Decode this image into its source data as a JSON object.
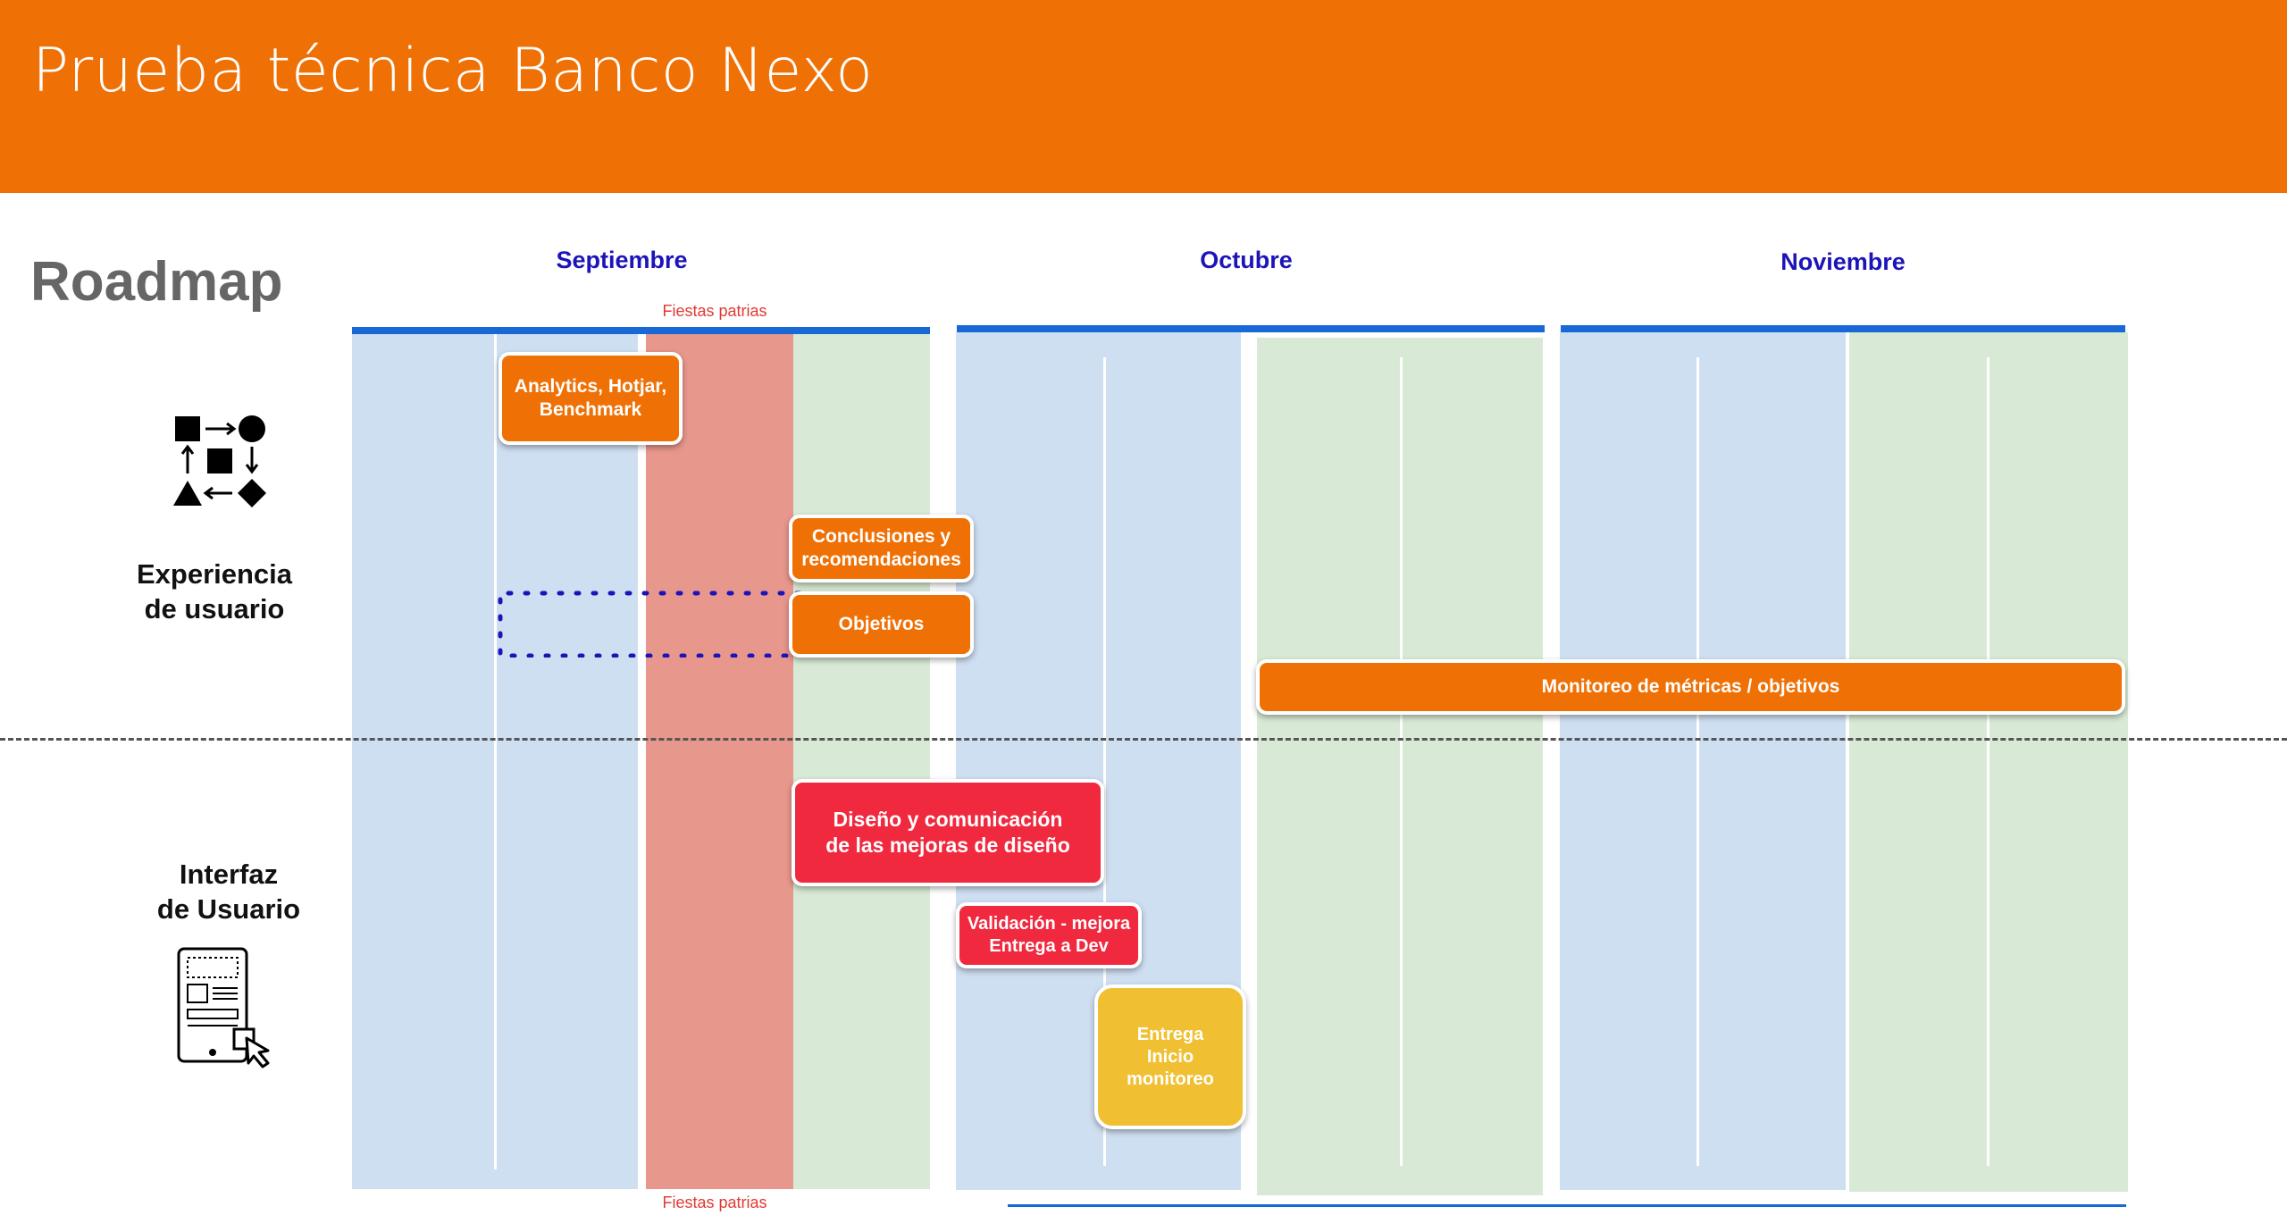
{
  "header": {
    "title": "Prueba técnica Banco Nexo",
    "background": "#ef7106"
  },
  "roadmap": {
    "title": "Roadmap"
  },
  "months": [
    {
      "label": "Septiembre"
    },
    {
      "label": "Octubre"
    },
    {
      "label": "Noviembre"
    }
  ],
  "holiday": {
    "top_label": "Fiestas patrias",
    "bottom_label": "Fiestas patrias"
  },
  "sections": {
    "ux": {
      "label": "Experiencia\nde usuario",
      "icon": "process-flow-icon"
    },
    "ui": {
      "label": "Interfaz\nde Usuario",
      "icon": "mobile-wireframe-click-icon"
    }
  },
  "tasks": {
    "analytics": "Analytics, Hotjar,\nBenchmark",
    "conclusiones": "Conclusiones y\nrecomendaciones",
    "objetivos": "Objetivos",
    "monitoreo": "Monitoreo de métricas / objetivos",
    "diseno": "Diseño y comunicación\nde las mejoras de diseño",
    "validacion": "Validación - mejora\nEntrega a Dev",
    "entrega": "Entrega\nInicio\nmonitoreo"
  },
  "colors": {
    "month_text": "#1c14b9",
    "week_blue": "#cfdff2",
    "week_green": "#d8ead5",
    "holiday_red": "#e8978c",
    "task_orange": "#ef7106",
    "task_red": "#f0293f",
    "task_yellow": "#f0c032",
    "rule_blue": "#1868d8"
  }
}
